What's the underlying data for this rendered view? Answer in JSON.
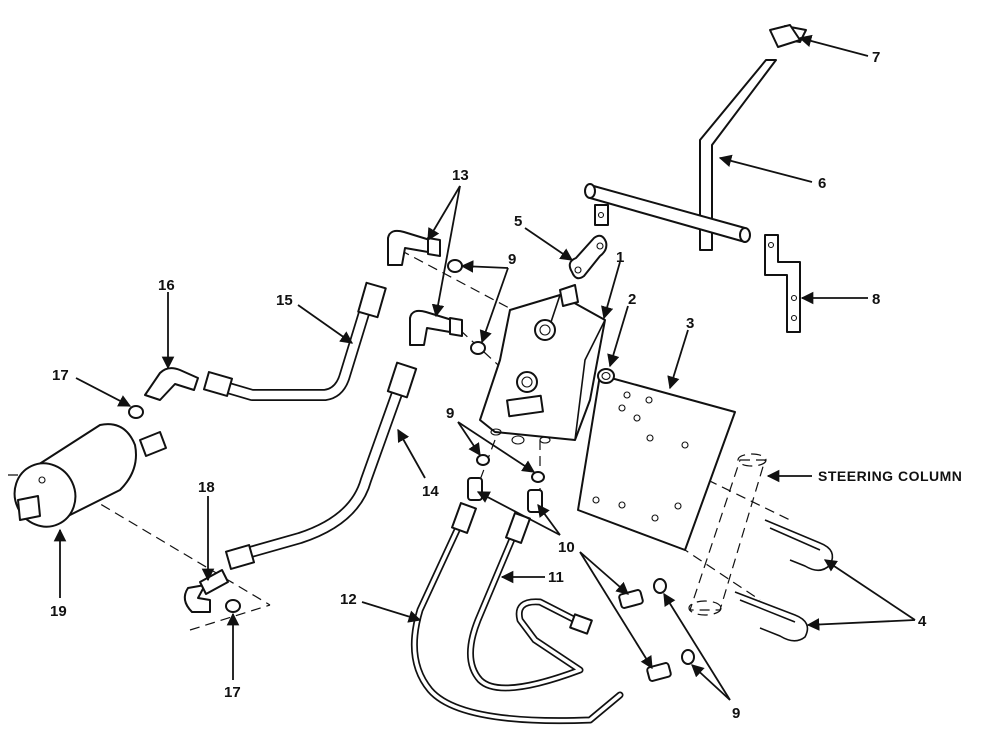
{
  "callouts": {
    "c1": "1",
    "c2": "2",
    "c3": "3",
    "c4": "4",
    "c5": "5",
    "c6": "6",
    "c7": "7",
    "c8": "8",
    "c9a": "9",
    "c9b": "9",
    "c9c": "9",
    "c10": "10",
    "c11": "11",
    "c12": "12",
    "c13": "13",
    "c14": "14",
    "c15": "15",
    "c16": "16",
    "c17a": "17",
    "c17b": "17",
    "c18": "18",
    "c19": "19"
  },
  "labels": {
    "steering_column": "STEERING COLUMN"
  }
}
